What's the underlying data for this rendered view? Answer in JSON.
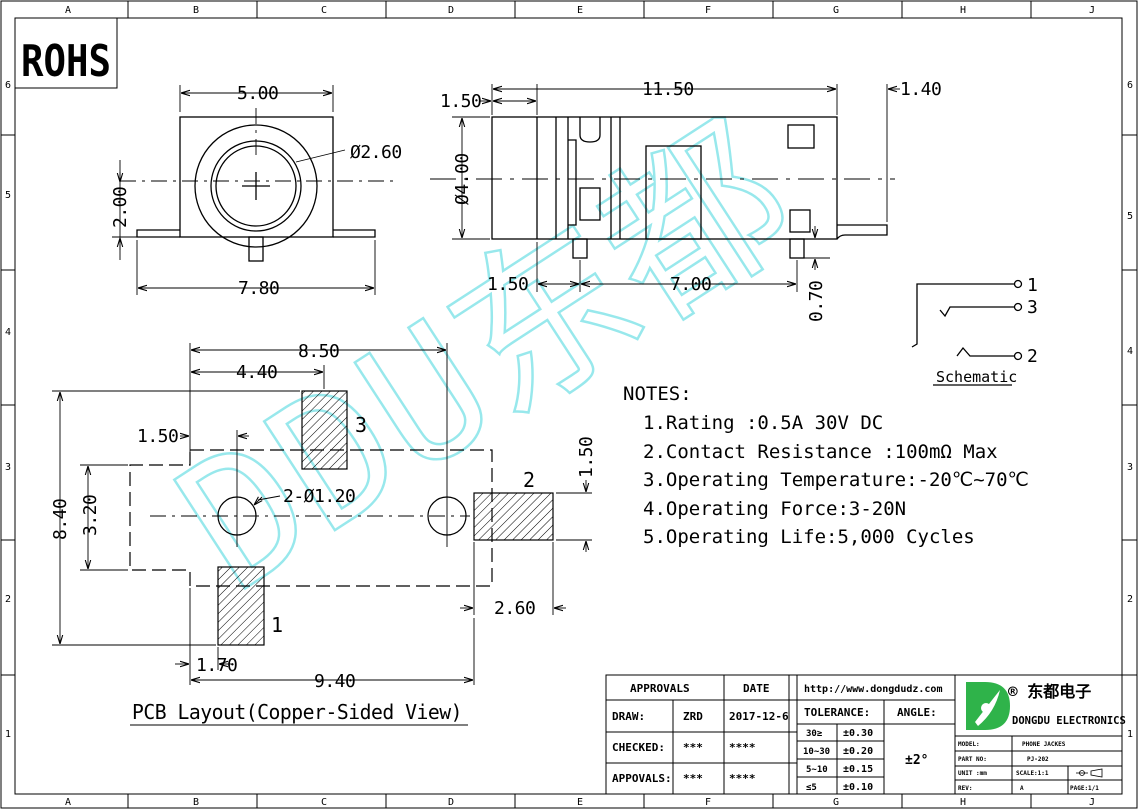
{
  "badge": "ROHS",
  "grid": {
    "columns": [
      "A",
      "B",
      "C",
      "D",
      "E",
      "F",
      "G",
      "H",
      "J"
    ],
    "rows": [
      "6",
      "5",
      "4",
      "3",
      "2",
      "1"
    ]
  },
  "top_view": {
    "width": "5.00",
    "hole_dia": "Ø2.60",
    "height": "2.00",
    "base": "7.80"
  },
  "side_view": {
    "left": "1.50",
    "length": "11.50",
    "right": "1.40",
    "dia": "Ø4.00",
    "pin1": "1.50",
    "pin_span": "7.00",
    "pin_len": "0.70"
  },
  "pcb": {
    "w85": "8.50",
    "w44": "4.40",
    "w15": "1.50",
    "h84": "8.40",
    "h32": "3.20",
    "holes": "2-Ø1.20",
    "pad_h": "1.50",
    "pad_w": "2.60",
    "w17": "1.70",
    "w94": "9.40",
    "pad1": "1",
    "pad2": "2",
    "pad3": "3",
    "caption": "PCB Layout(Copper-Sided View)"
  },
  "schematic": {
    "pin1": "1",
    "pin3": "3",
    "pin2": "2",
    "label": "Schematic"
  },
  "watermark": "DDU东都",
  "notes": {
    "title": "NOTES:",
    "items": [
      "1.Rating :0.5A 30V DC",
      "2.Contact Resistance :100mΩ Max",
      "3.Operating Temperature:-20℃~70℃",
      "4.Operating Force:3-20N",
      "5.Operating Life:5,000 Cycles"
    ]
  },
  "title_block": {
    "approvals": "APPROVALS",
    "date": "DATE",
    "draw_label": "DRAW:",
    "draw_name": "ZRD",
    "draw_date": "2017-12-6",
    "checked_label": "CHECKED:",
    "checked_name": "***",
    "checked_date": "****",
    "appovals_label": "APPOVALS:",
    "appovals_name": "***",
    "appovals_date": "****",
    "url": "http://www.dongdudz.com",
    "tolerance": "TOLERANCE:",
    "angle": "ANGLE:",
    "angle_val": "±2°",
    "tol_rows": [
      {
        "range": "30≥",
        "val": "±0.30"
      },
      {
        "range": "10~30",
        "val": "±0.20"
      },
      {
        "range": "5~10",
        "val": "±0.15"
      },
      {
        "range": "≤5",
        "val": "±0.10"
      }
    ],
    "company_cn": "® 东都电子",
    "company_en": "DONGDU ELECTRONICS",
    "model_label": "MODEL:",
    "model": "PHONE JACKES",
    "part_label": "PART NO:",
    "part": "PJ-202",
    "unit_label": "UNIT :mm",
    "scale": "SCALE:1:1",
    "rev_label": "REV:",
    "rev": "A",
    "page": "PAGE:1/1"
  }
}
